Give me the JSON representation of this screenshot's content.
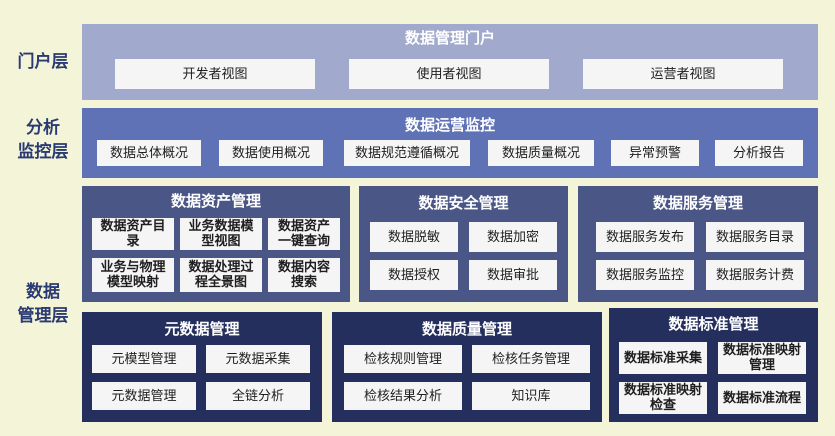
{
  "layers": {
    "portal": "门户层",
    "monitor": "分析\n监控层",
    "manage": "数据\n管理层"
  },
  "portal": {
    "title": "数据管理门户",
    "items": [
      "开发者视图",
      "使用者视图",
      "运营者视图"
    ]
  },
  "monitor": {
    "title": "数据运营监控",
    "items": [
      "数据总体概况",
      "数据使用概况",
      "数据规范遵循概况",
      "数据质量概况",
      "异常预警",
      "分析报告"
    ]
  },
  "asset": {
    "title": "数据资产管理",
    "items": [
      "数据资产目\n录",
      "业务数据模\n型视图",
      "数据资产\n一键查询",
      "业务与物理\n模型映射",
      "数据处理过\n程全景图",
      "数据内容\n搜索"
    ]
  },
  "security": {
    "title": "数据安全管理",
    "items": [
      "数据脱敏",
      "数据加密",
      "数据授权",
      "数据审批"
    ]
  },
  "service": {
    "title": "数据服务管理",
    "items": [
      "数据服务发布",
      "数据服务目录",
      "数据服务监控",
      "数据服务计费"
    ]
  },
  "meta": {
    "title": "元数据管理",
    "items": [
      "元模型管理",
      "元数据采集",
      "元数据管理",
      "全链分析"
    ]
  },
  "quality": {
    "title": "数据质量管理",
    "items": [
      "检核规则管理",
      "检核任务管理",
      "检核结果分析",
      "知识库"
    ]
  },
  "standard": {
    "title": "数据标准管理",
    "items": [
      "数据标准采集",
      "数据标准映射\n管理",
      "数据标准映射\n检查",
      "数据标准流程"
    ]
  },
  "colors": {
    "background": "#f4f4d8",
    "portal_panel": "#a1aacc",
    "monitor_panel": "#5f72b5",
    "mid_panel": "#4a5685",
    "dark_panel": "#252f5e",
    "label_text": "#2a3a72"
  }
}
